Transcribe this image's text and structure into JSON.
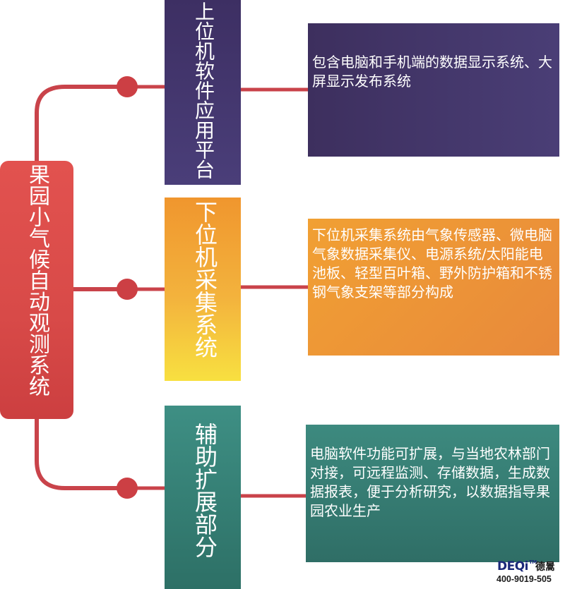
{
  "root": {
    "label": "果园小气候自动观测系统"
  },
  "branches": [
    {
      "title": "上位机软件应用平台",
      "description": "包含电脑和手机端的数据显示系统、大屏显示发布系统"
    },
    {
      "title": "下位机采集系统",
      "description": "下位机采集系统由气象传感器、微电脑气象数据采集仪、电源系统/太阳能电池板、轻型百叶箱、野外防护箱和不锈钢气象支架等部分构成"
    },
    {
      "title": "辅助扩展部分",
      "description": "电脑软件功能可扩展，与当地农林部门对接，可远程监测、存储数据，生成数据报表，便于分析研究，以数据指导果园农业生产"
    }
  ],
  "logo": {
    "brand": "DEQi",
    "tm": "TM",
    "brand_cn": "德暠",
    "phone": "400-9019-505"
  },
  "colors": {
    "connector": "#c9434a",
    "root": "#d84a48",
    "branch1": "#45396f",
    "branch2": "#f3a93a",
    "branch3": "#367f75"
  }
}
